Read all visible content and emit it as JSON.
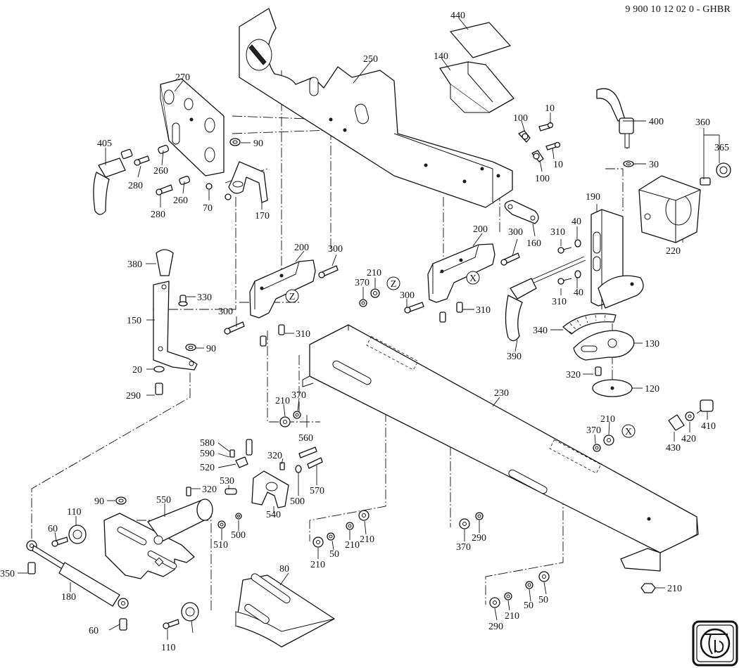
{
  "document": {
    "number": "9 900 10 12 02 0 - GHBR",
    "logo_text": "Fein"
  },
  "callouts": [
    {
      "id": "c440",
      "text": "440"
    },
    {
      "id": "c250",
      "text": "250"
    },
    {
      "id": "c140",
      "text": "140"
    },
    {
      "id": "c270",
      "text": "270"
    },
    {
      "id": "c10a",
      "text": "10"
    },
    {
      "id": "c100a",
      "text": "100"
    },
    {
      "id": "c400",
      "text": "400"
    },
    {
      "id": "c360",
      "text": "360"
    },
    {
      "id": "c365",
      "text": "365"
    },
    {
      "id": "c10b",
      "text": "10"
    },
    {
      "id": "c100b",
      "text": "100"
    },
    {
      "id": "c30",
      "text": "30"
    },
    {
      "id": "c405",
      "text": "405"
    },
    {
      "id": "c90a",
      "text": "90"
    },
    {
      "id": "c260a",
      "text": "260"
    },
    {
      "id": "c280a",
      "text": "280"
    },
    {
      "id": "c260b",
      "text": "260"
    },
    {
      "id": "c280b",
      "text": "280"
    },
    {
      "id": "c70",
      "text": "70"
    },
    {
      "id": "c170",
      "text": "170"
    },
    {
      "id": "c160",
      "text": "160"
    },
    {
      "id": "c190",
      "text": "190"
    },
    {
      "id": "c220",
      "text": "220"
    },
    {
      "id": "c300a",
      "text": "300"
    },
    {
      "id": "c310a",
      "text": "310"
    },
    {
      "id": "c40a",
      "text": "40"
    },
    {
      "id": "c200a",
      "text": "200"
    },
    {
      "id": "c300b",
      "text": "300"
    },
    {
      "id": "c200b",
      "text": "200"
    },
    {
      "id": "c380",
      "text": "380"
    },
    {
      "id": "c330",
      "text": "330"
    },
    {
      "id": "c210a",
      "text": "210"
    },
    {
      "id": "c370a",
      "text": "370"
    },
    {
      "id": "c300c",
      "text": "300"
    },
    {
      "id": "c310b",
      "text": "310"
    },
    {
      "id": "c310c",
      "text": "310"
    },
    {
      "id": "c40b",
      "text": "40"
    },
    {
      "id": "c150",
      "text": "150"
    },
    {
      "id": "c300d",
      "text": "300"
    },
    {
      "id": "c310d",
      "text": "310"
    },
    {
      "id": "c340",
      "text": "340"
    },
    {
      "id": "c130",
      "text": "130"
    },
    {
      "id": "c90b",
      "text": "90"
    },
    {
      "id": "c390",
      "text": "390"
    },
    {
      "id": "c20",
      "text": "20"
    },
    {
      "id": "c320a",
      "text": "320"
    },
    {
      "id": "c290a",
      "text": "290"
    },
    {
      "id": "c230",
      "text": "230"
    },
    {
      "id": "c120",
      "text": "120"
    },
    {
      "id": "c210b",
      "text": "210"
    },
    {
      "id": "c370b",
      "text": "370"
    },
    {
      "id": "c210c",
      "text": "210"
    },
    {
      "id": "c370c",
      "text": "370"
    },
    {
      "id": "c410",
      "text": "410"
    },
    {
      "id": "c560",
      "text": "560"
    },
    {
      "id": "c420",
      "text": "420"
    },
    {
      "id": "c430",
      "text": "430"
    },
    {
      "id": "c580",
      "text": "580"
    },
    {
      "id": "c590",
      "text": "590"
    },
    {
      "id": "c320b",
      "text": "320"
    },
    {
      "id": "c520",
      "text": "520"
    },
    {
      "id": "c530",
      "text": "530"
    },
    {
      "id": "c570",
      "text": "570"
    },
    {
      "id": "c500a",
      "text": "500"
    },
    {
      "id": "c320c",
      "text": "320"
    },
    {
      "id": "c90c",
      "text": "90"
    },
    {
      "id": "c550",
      "text": "550"
    },
    {
      "id": "c540",
      "text": "540"
    },
    {
      "id": "c110a",
      "text": "110"
    },
    {
      "id": "c60a",
      "text": "60"
    },
    {
      "id": "c500b",
      "text": "500"
    },
    {
      "id": "c510",
      "text": "510"
    },
    {
      "id": "c210d",
      "text": "210"
    },
    {
      "id": "c50a",
      "text": "50"
    },
    {
      "id": "c210e",
      "text": "210"
    },
    {
      "id": "c210f",
      "text": "210"
    },
    {
      "id": "c370d",
      "text": "370"
    },
    {
      "id": "c290b",
      "text": "290"
    },
    {
      "id": "c350",
      "text": "350"
    },
    {
      "id": "c180",
      "text": "180"
    },
    {
      "id": "c80",
      "text": "80"
    },
    {
      "id": "c210g",
      "text": "210"
    },
    {
      "id": "c50b",
      "text": "50"
    },
    {
      "id": "c50c",
      "text": "50"
    },
    {
      "id": "c210h",
      "text": "210"
    },
    {
      "id": "c290c",
      "text": "290"
    },
    {
      "id": "c60b",
      "text": "60"
    },
    {
      "id": "c110b",
      "text": "110"
    }
  ],
  "reference_marks": [
    {
      "id": "zA",
      "text": "Z"
    },
    {
      "id": "zB",
      "text": "Z"
    },
    {
      "id": "xA",
      "text": "X"
    },
    {
      "id": "xB",
      "text": "X"
    }
  ]
}
